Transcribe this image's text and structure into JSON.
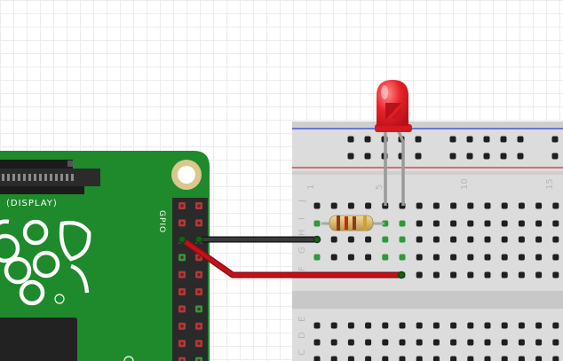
{
  "pi": {
    "display_label": "(DISPLAY)",
    "gpio_label": "GPIO",
    "board_color": "#1e8a2b"
  },
  "breadboard": {
    "column_numbers": [
      "1",
      "5",
      "10",
      "15"
    ],
    "row_letters_top": [
      "J",
      "I",
      "H",
      "G",
      "F"
    ],
    "row_letters_bottom": [
      "E",
      "D",
      "C"
    ],
    "rail_blue": "#2c3fd1",
    "rail_red": "#d12c2c"
  },
  "wires": {
    "ground_color": "#2b2b2b",
    "signal_color": "#c4101a"
  },
  "led": {
    "color": "#e8222a"
  }
}
